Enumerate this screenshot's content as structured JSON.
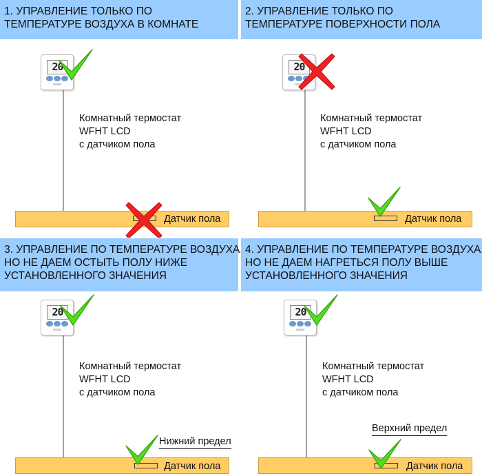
{
  "panels": [
    {
      "title": "1. УПРАВЛЕНИЕ ТОЛЬКО ПО\nТЕМПЕРАТУРЕ ВОЗДУХА В КОМНАТЕ",
      "thermostat_display": "20",
      "thermostat_mark": "check-icon",
      "description": [
        "Комнатный термостат",
        "WFHT LCD",
        "с датчиком пола"
      ],
      "sensor_label": "Датчик пола",
      "sensor_mark": "cross-icon",
      "limit_label": ""
    },
    {
      "title": "2. УПРАВЛЕНИЕ ТОЛЬКО ПО\nТЕМПЕРАТУРЕ ПОВЕРХНОСТИ ПОЛА",
      "thermostat_display": "20",
      "thermostat_mark": "cross-icon",
      "description": [
        "Комнатный термостат",
        "WFHT LCD",
        "с датчиком пола"
      ],
      "sensor_label": "Датчик пола",
      "sensor_mark": "check-icon",
      "limit_label": ""
    },
    {
      "title": "3. УПРАВЛЕНИЕ ПО ТЕМПЕРАТУРЕ ВОЗДУХА,\nНО НЕ ДАЕМ ОСТЫТЬ ПОЛУ НИЖЕ\nУСТАНОВЛЕННОГО ЗНАЧЕНИЯ",
      "thermostat_display": "20",
      "thermostat_mark": "check-icon",
      "description": [
        "Комнатный термостат",
        "WFHT LCD",
        "с датчиком пола"
      ],
      "sensor_label": "Датчик пола",
      "sensor_mark": "check-icon",
      "limit_label": "Нижний предел"
    },
    {
      "title": "4. УПРАВЛЕНИЕ ПО ТЕМПЕРАТУРЕ ВОЗДУХА,\nНО НЕ ДАЕМ НАГРЕТЬСЯ ПОЛУ ВЫШЕ\nУСТАНОВЛЕННОГО ЗНАЧЕНИЯ",
      "thermostat_display": "20",
      "thermostat_mark": "check-icon",
      "description": [
        "Комнатный термостат",
        "WFHT LCD",
        "с датчиком пола"
      ],
      "sensor_label": "Датчик пола",
      "sensor_mark": "check-icon",
      "limit_label": "Верхний предел"
    }
  ],
  "colors": {
    "banner": "#99ccff",
    "floor": "#ffcc66",
    "check": "#55dd22",
    "cross": "#ee2222"
  }
}
